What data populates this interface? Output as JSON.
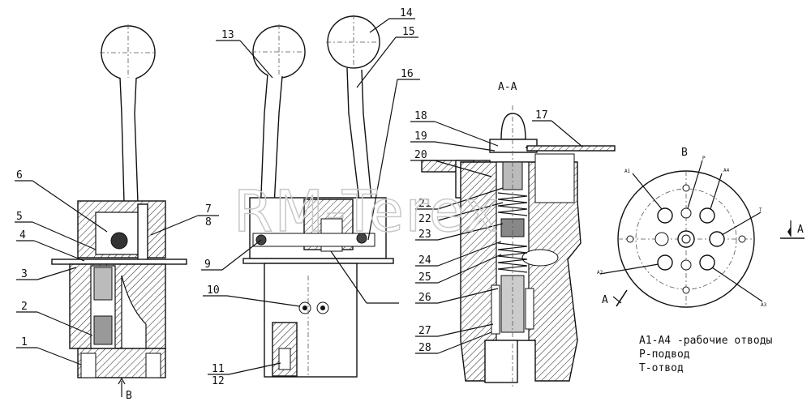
{
  "watermark": "RM-Terex",
  "section_title": "A-A",
  "view_label": "B",
  "arrow_labels": {
    "bottom": "B",
    "right": "A",
    "section_arrow": "A"
  },
  "callouts": [
    "1",
    "2",
    "3",
    "4",
    "5",
    "6",
    "7",
    "8",
    "9",
    "10",
    "11",
    "12",
    "13",
    "14",
    "15",
    "16",
    "17",
    "18",
    "19",
    "20",
    "21",
    "22",
    "23",
    "24",
    "25",
    "26",
    "27",
    "28"
  ],
  "port_labels": {
    "a1": "A1",
    "a2": "A2",
    "a3": "A3",
    "a4": "A4",
    "p": "P",
    "t": "T"
  },
  "legend": [
    "A1-A4 -рабочие отводы",
    "Р-подвод",
    "Т-отвод"
  ]
}
